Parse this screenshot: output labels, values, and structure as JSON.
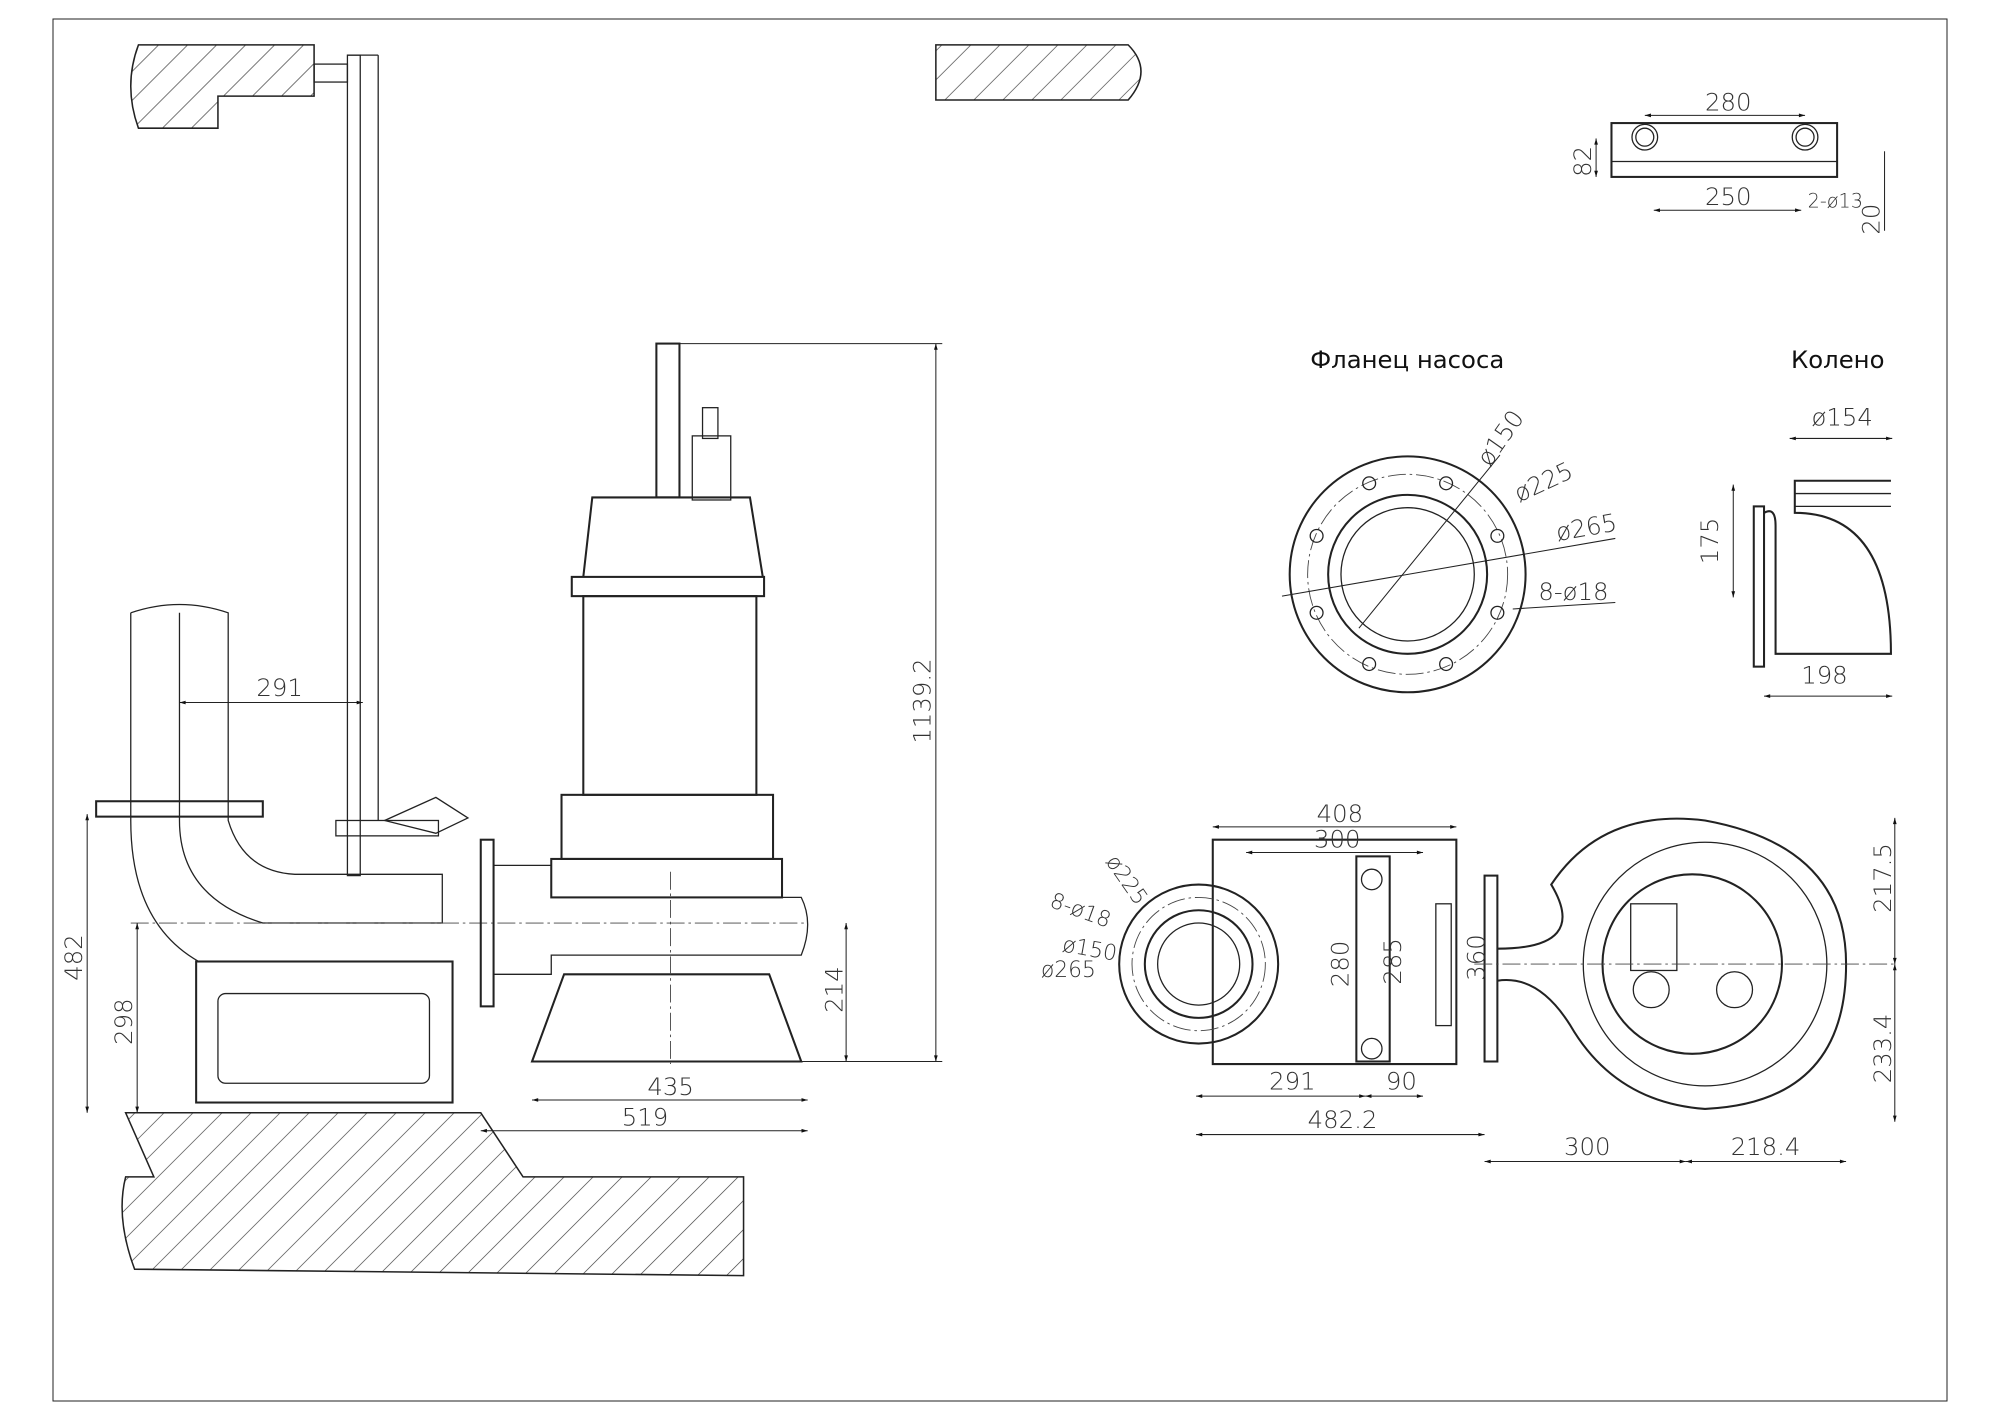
{
  "side_view": {
    "dims": {
      "pipe_offset": "291",
      "flange_height": "482",
      "outlet_height": "298",
      "base_width": "435",
      "total_width": "519",
      "outlet_center": "214",
      "total_height": "1139.2"
    }
  },
  "bracket": {
    "dims": {
      "hole_spacing": "280",
      "height": "82",
      "base_spacing": "250",
      "holes": "2-ø13",
      "thickness": "20"
    }
  },
  "pump_flange": {
    "title": "Фланец насоса",
    "dims": {
      "d150": "ø150",
      "d225": "ø225",
      "d265": "ø265",
      "bolts": "8-ø18"
    }
  },
  "elbow": {
    "title": "Колено",
    "dims": {
      "d154": "ø154",
      "height": "175",
      "width": "198"
    }
  },
  "plan_view": {
    "dims": {
      "w408": "408",
      "w300": "300",
      "d225": "ø225",
      "bolts": "8-ø18",
      "d150": "ø150",
      "d265": "ø265",
      "h280": "280",
      "h285": "285",
      "h360": "360",
      "l291": "291",
      "l90": "90",
      "l482": "482.2",
      "l300": "300",
      "l218": "218.4",
      "h217": "217.5",
      "h233": "233.4"
    }
  }
}
